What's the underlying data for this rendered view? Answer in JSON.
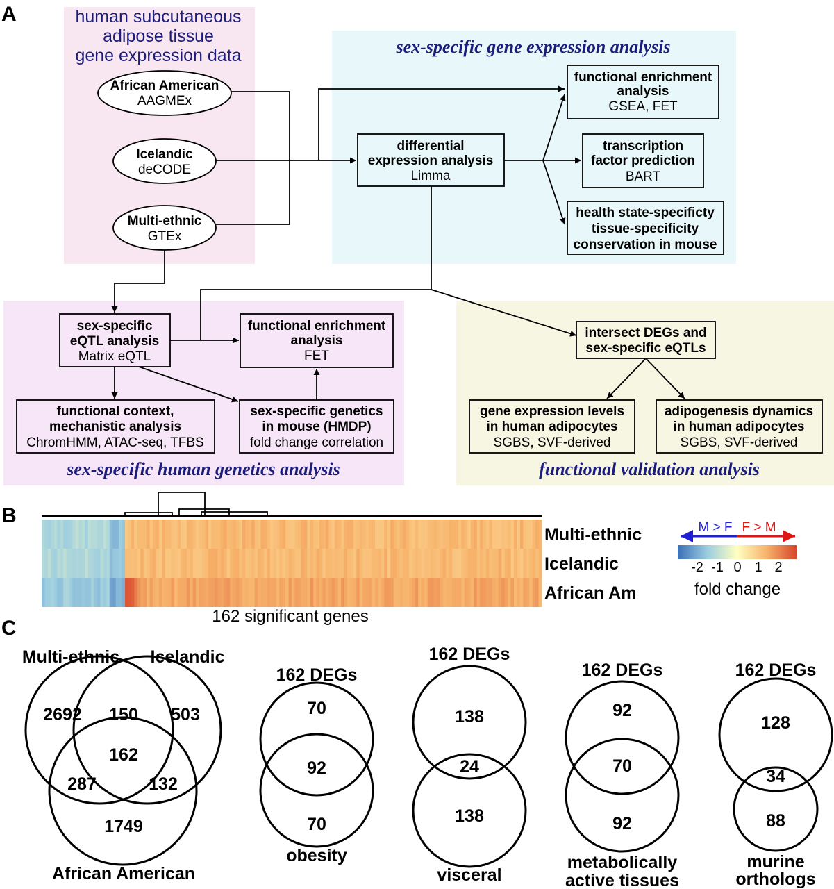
{
  "panels": {
    "a": "A",
    "b": "B",
    "c": "C"
  },
  "panel_a": {
    "data_box": {
      "line1": "human subcutaneous",
      "line2": "adipose tissue",
      "line3": "gene expression data"
    },
    "cohorts": [
      {
        "name": "African American",
        "source": "AAGMEx"
      },
      {
        "name": "Icelandic",
        "source": "deCODE"
      },
      {
        "name": "Multi-ethnic",
        "source": "GTEx"
      }
    ],
    "section_titles": {
      "expression": "sex-specific gene expression analysis",
      "genetics": "sex-specific human genetics analysis",
      "validation": "functional validation analysis"
    },
    "nodes": {
      "diff_expr": {
        "title1": "differential",
        "title2": "expression analysis",
        "sub": "Limma"
      },
      "func_enrich_expr": {
        "title1": "functional enrichment",
        "title2": "analysis",
        "sub": "GSEA, FET"
      },
      "tf_pred": {
        "title1": "transcription",
        "title2": "factor prediction",
        "sub": "BART"
      },
      "health": {
        "title1": "health state-specificty",
        "title2": "tissue-specificity",
        "title3": "conservation in mouse"
      },
      "eqtl": {
        "title1": "sex-specific",
        "title2": "eQTL analysis",
        "sub": "Matrix eQTL"
      },
      "func_enrich_gen": {
        "title1": "functional enrichment",
        "title2": "analysis",
        "sub": "FET"
      },
      "func_context": {
        "title1": "functional context,",
        "title2": "mechanistic analysis",
        "sub": "ChromHMM, ATAC-seq, TFBS"
      },
      "mouse": {
        "title1": "sex-specific genetics",
        "title2": "in mouse (HMDP)",
        "sub": "fold change correlation"
      },
      "intersect": {
        "title1": "intersect DEGs and",
        "title2": "sex-specific eQTLs"
      },
      "gene_levels": {
        "title1": "gene expression levels",
        "title2": "in human adipocytes",
        "sub": "SGBS, SVF-derived"
      },
      "adipogenesis": {
        "title1": "adipogenesis dynamics",
        "title2": "in human adipocytes",
        "sub": "SGBS, SVF-derived"
      }
    },
    "colors": {
      "pink": "#f8e6f0",
      "cyan": "#e8f8fa",
      "lavender": "#f7e6f7",
      "cream": "#f7f6e2",
      "title_navy": "#1c1c7a"
    }
  },
  "chart_data": {
    "type": "heatmap",
    "rows": [
      "Multi-ethnic",
      "Icelandic",
      "African Am"
    ],
    "n_columns": 162,
    "groups": [
      {
        "direction": "M > F",
        "n_genes": 27,
        "mean_fold_change": [
          -0.8,
          -0.8,
          -1.0
        ]
      },
      {
        "direction": "F > M",
        "n_genes": 135,
        "mean_fold_change": [
          0.9,
          0.9,
          1.1
        ]
      }
    ],
    "caption": "162 significant genes",
    "legend": {
      "left_label": "M > F",
      "right_label": "F > M",
      "left_color": "#1f1fd6",
      "right_color": "#e01515",
      "ticks": [
        "-2",
        "-1",
        "0",
        "1",
        "2"
      ],
      "title": "fold change",
      "colormap": [
        "#3b6fb8",
        "#9ccde0",
        "#ffffc0",
        "#f7b26a",
        "#d7452a"
      ],
      "range": [
        -2,
        2
      ]
    }
  },
  "panel_c": {
    "three_way": {
      "labels": {
        "top_left": "Multi-ethnic",
        "top_right": "Icelandic",
        "bottom": "African American"
      },
      "values": {
        "me_only": "2692",
        "ice_only": "503",
        "aa_only": "1749",
        "me_ice": "150",
        "me_aa": "287",
        "ice_aa": "132",
        "all": "162"
      }
    },
    "two_way": [
      {
        "top": "162 DEGs",
        "a": "70",
        "ab": "92",
        "b": "70",
        "bottom": "obesity"
      },
      {
        "top": "162 DEGs",
        "a": "138",
        "ab": "24",
        "b": "138",
        "bottom": "visceral"
      },
      {
        "top": "162 DEGs",
        "a": "92",
        "ab": "70",
        "b": "92",
        "bottom1": "metabolically",
        "bottom2": "active tissues"
      },
      {
        "top": "162 DEGs",
        "a": "128",
        "ab": "34",
        "b": "88",
        "bottom1": "murine",
        "bottom2": "orthologs"
      }
    ]
  }
}
